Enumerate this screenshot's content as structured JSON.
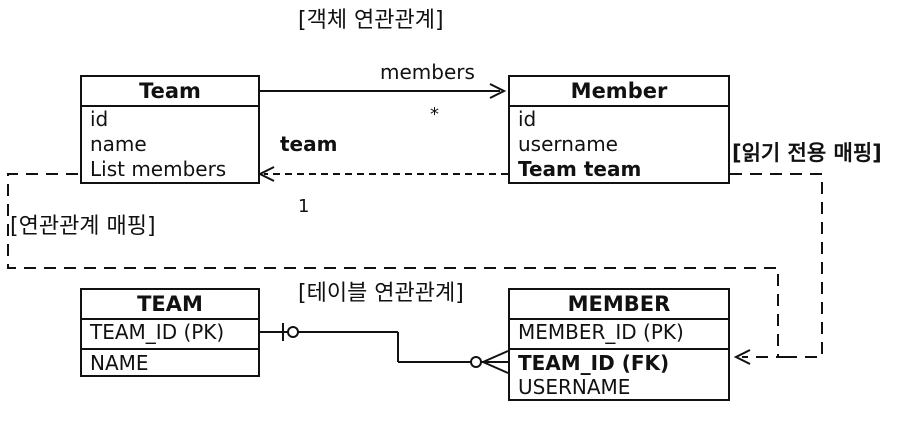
{
  "sections": {
    "object_title": "[객체 연관관계]",
    "table_title": "[테이블 연관관계]"
  },
  "object_model": {
    "team_entity": {
      "name": "Team",
      "fields": [
        "id",
        "name",
        "List members"
      ]
    },
    "member_entity": {
      "name": "Member",
      "fields": [
        "id",
        "username",
        "Team team"
      ]
    },
    "members_label": "members",
    "many_multiplicity": "*",
    "team_label": "team",
    "one_multiplicity": "1"
  },
  "table_model": {
    "team_table": {
      "name": "TEAM",
      "pk": "TEAM_ID (PK)",
      "columns": [
        "NAME"
      ]
    },
    "member_table": {
      "name": "MEMBER",
      "pk": "MEMBER_ID (PK)",
      "fk": "TEAM_ID (FK)",
      "columns": [
        "USERNAME"
      ]
    }
  },
  "mapping_labels": {
    "association_mapping": "[연관관계 매핑]",
    "read_only_mapping": "[읽기 전용 매핑]"
  }
}
